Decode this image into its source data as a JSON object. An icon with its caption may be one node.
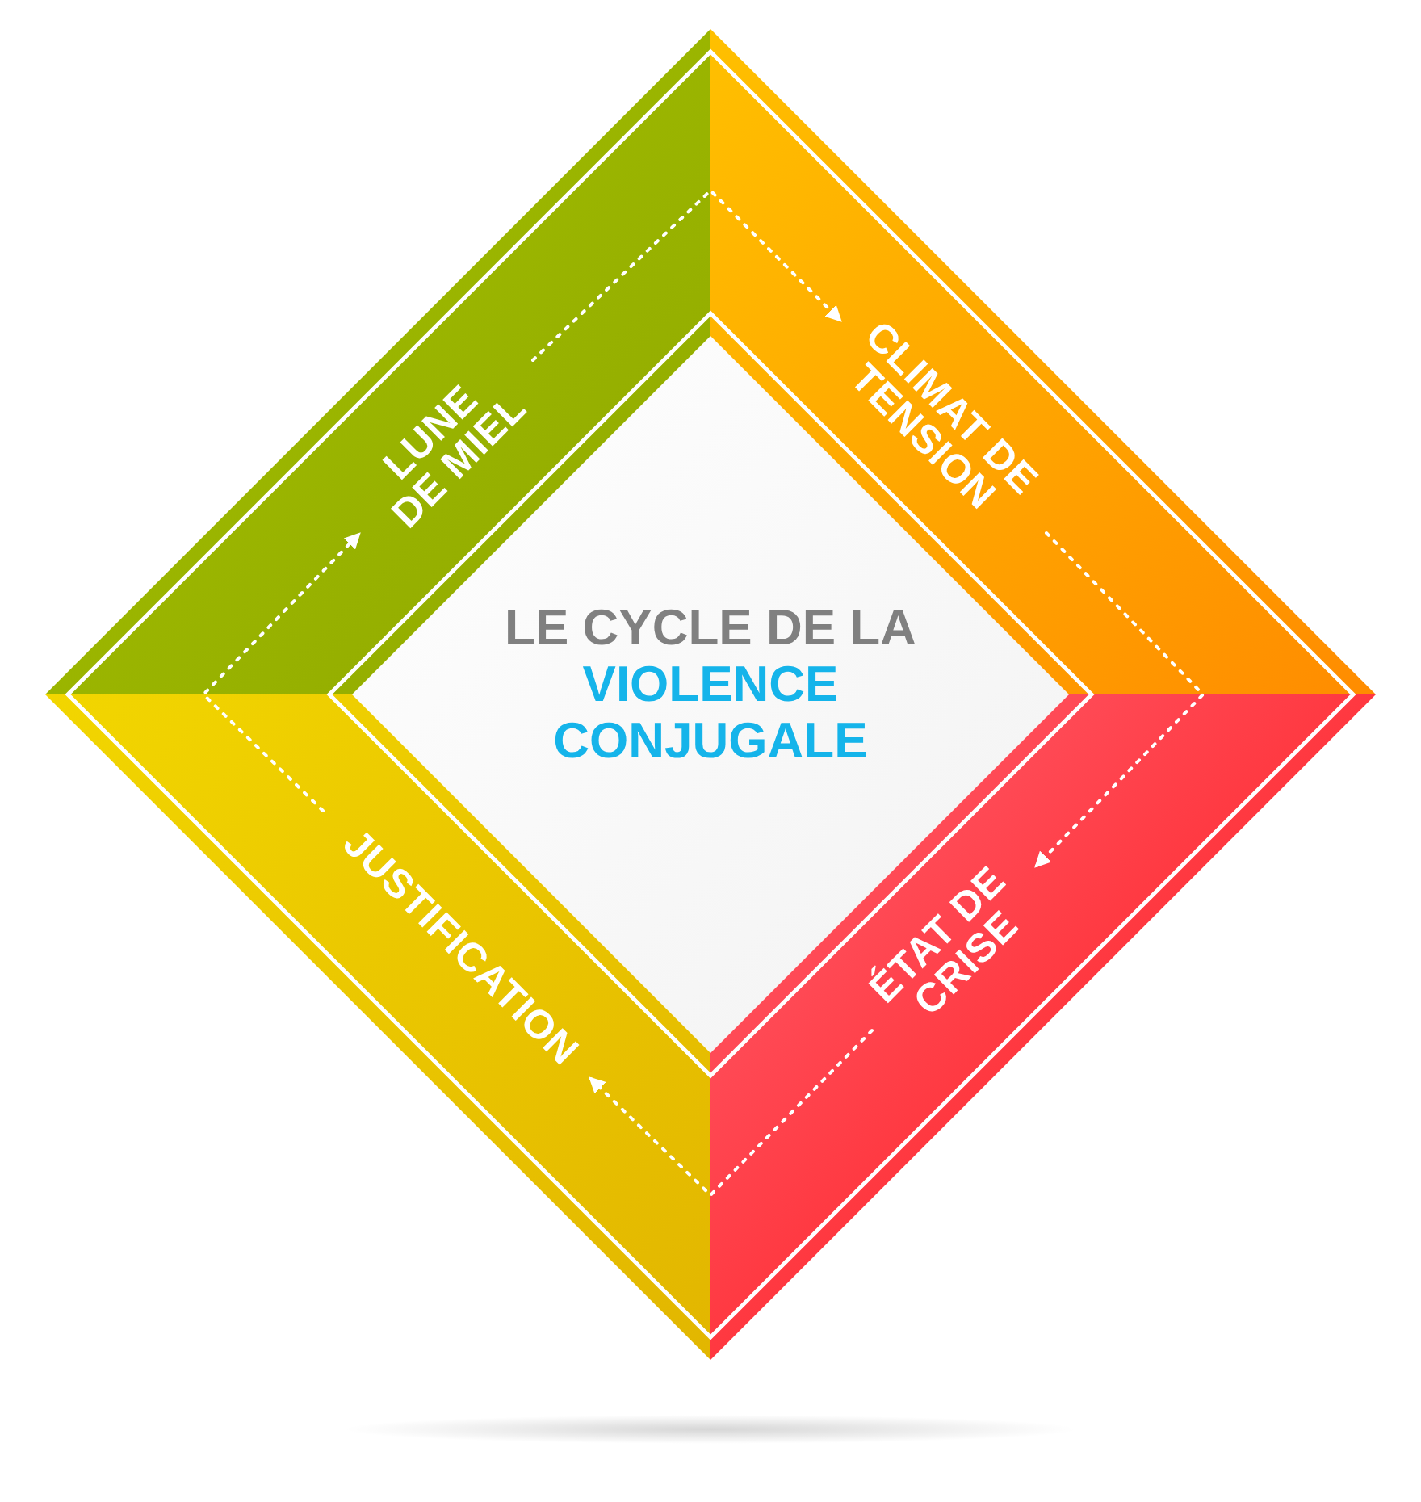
{
  "diagram": {
    "nodes": [
      {
        "text": [
          "LE CYCLE DE LA",
          "VIOLENCE CONJUGALE"
        ]
      },
      {
        "text": [
          "LUNE DE MIEL"
        ]
      },
      {
        "text": [
          "CLIMAT DE TENSION"
        ]
      },
      {
        "text": [
          "ÉTAT DE CRISE"
        ]
      },
      {
        "text": [
          "JUSTIFICATION"
        ]
      }
    ],
    "edges": [
      {
        "from": 1,
        "to": 2,
        "arrow": "to",
        "style": "dashed"
      },
      {
        "from": 2,
        "to": 3,
        "arrow": "to",
        "style": "dashed"
      },
      {
        "from": 3,
        "to": 4,
        "arrow": "to",
        "style": "dashed"
      },
      {
        "from": 4,
        "to": 1,
        "arrow": "to",
        "style": "dashed"
      }
    ]
  }
}
